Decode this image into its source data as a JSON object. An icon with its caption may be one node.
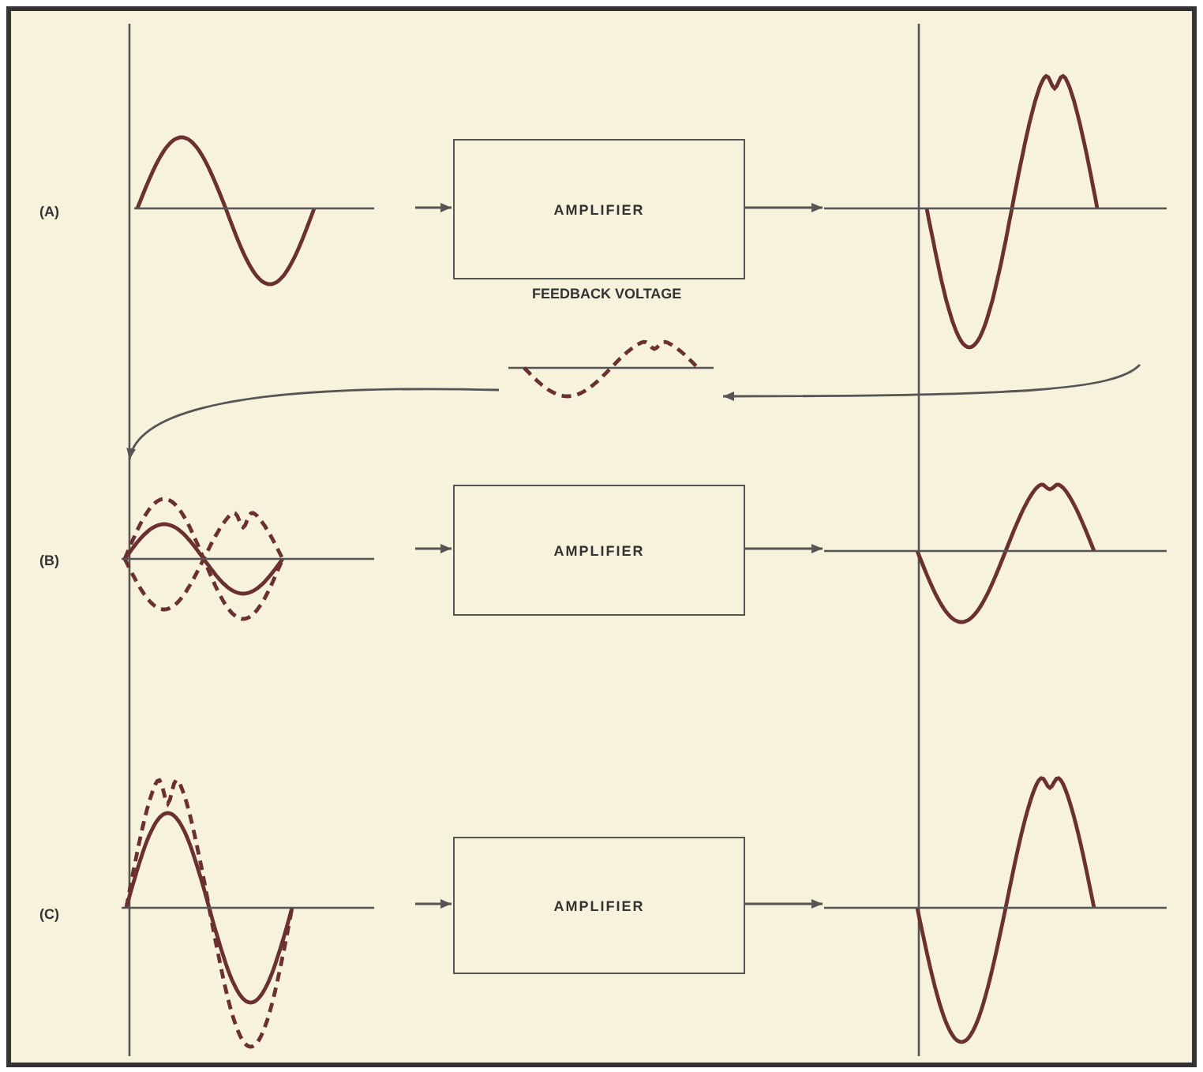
{
  "diagram": {
    "nodes": [
      {
        "text": [],
        "shape": "picture"
      },
      {
        "text": [
          "AMPLIFIER"
        ]
      },
      {
        "text": [],
        "shape": "picture"
      },
      {
        "text": [
          "FEEDBACK VOLTAGE"
        ]
      },
      {
        "text": [],
        "shape": "picture"
      },
      {
        "text": [
          "AMPLIFIER"
        ]
      },
      {
        "text": [],
        "shape": "picture"
      },
      {
        "text": [],
        "shape": "picture"
      },
      {
        "text": [
          "AMPLIFIER"
        ]
      },
      {
        "text": [],
        "shape": "picture"
      }
    ],
    "edges": [
      {
        "from": 0,
        "to": 1,
        "arrow": "to"
      },
      {
        "from": 1,
        "to": 2,
        "arrow": "to"
      },
      {
        "from": 2,
        "to": 3,
        "arrow": "to"
      },
      {
        "from": 3,
        "to": 4,
        "arrow": "to"
      },
      {
        "from": 4,
        "to": 5,
        "arrow": "to"
      },
      {
        "from": 5,
        "to": 6,
        "arrow": "to"
      },
      {
        "from": 7,
        "to": 8,
        "arrow": "to"
      },
      {
        "from": 8,
        "to": 9,
        "arrow": "to"
      }
    ],
    "labels": [
      "(A)",
      "(B)",
      "(C)"
    ]
  }
}
